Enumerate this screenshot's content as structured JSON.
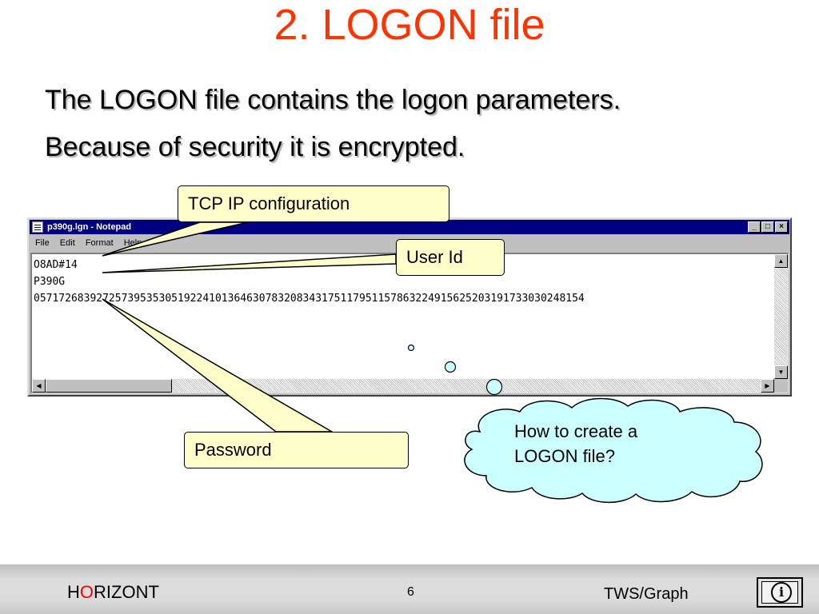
{
  "slide": {
    "title": "2. LOGON file",
    "bullets": [
      "The LOGON file contains the logon parameters.",
      "Because of security it is encrypted."
    ]
  },
  "notepad": {
    "window_title": "p390g.lgn - Notepad",
    "menu": [
      "File",
      "Edit",
      "Format",
      "Help"
    ],
    "lines": [
      "O8AD#14",
      "P390G",
      "0571726839272573953530519224101364630783208343175117951157863224915625203191733030248154"
    ]
  },
  "callouts": {
    "tcp": "TCP IP configuration",
    "user": "User Id",
    "password": "Password"
  },
  "cloud": {
    "line1": "How to create a",
    "line2": "LOGON file?"
  },
  "footer": {
    "brand_pre": "H",
    "brand_o": "O",
    "brand_post": "RIZONT",
    "page": "6",
    "product": "TWS/Graph"
  },
  "colors": {
    "title": "#ff3300",
    "callout_fill": "#ffffcc",
    "cloud_fill": "#ccffff",
    "titlebar": "#000080"
  },
  "icons": {
    "info": "info-icon"
  }
}
